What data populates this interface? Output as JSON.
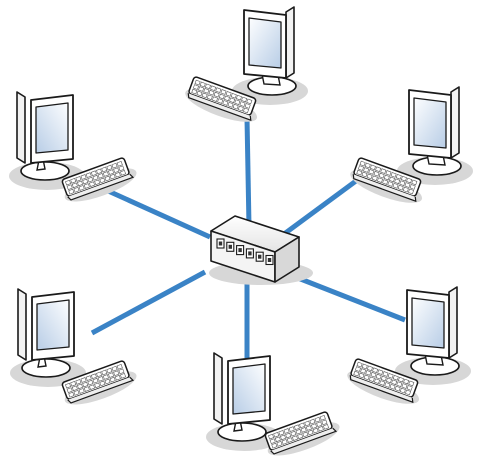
{
  "diagram": {
    "kind": "star-network-topology",
    "hub": {
      "icon": "network-switch-icon",
      "ports": 6
    },
    "nodes": [
      {
        "id": "top",
        "icon": "computer-workstation-icon"
      },
      {
        "id": "upper-right",
        "icon": "computer-workstation-icon"
      },
      {
        "id": "lower-right",
        "icon": "computer-workstation-icon"
      },
      {
        "id": "bottom",
        "icon": "computer-workstation-icon"
      },
      {
        "id": "lower-left",
        "icon": "computer-workstation-icon"
      },
      {
        "id": "upper-left",
        "icon": "computer-workstation-icon"
      }
    ],
    "links": [
      {
        "from": "hub",
        "to": "top"
      },
      {
        "from": "hub",
        "to": "upper-right"
      },
      {
        "from": "hub",
        "to": "lower-right"
      },
      {
        "from": "hub",
        "to": "bottom"
      },
      {
        "from": "hub",
        "to": "lower-left"
      },
      {
        "from": "hub",
        "to": "upper-left"
      }
    ],
    "colors": {
      "link": "#3a83c6",
      "outline": "#1a1a1a",
      "screen_light": "#fdfeff",
      "screen_dark": "#b8cde6",
      "shadow": "#d7d7d7",
      "case": "#ffffff"
    }
  }
}
